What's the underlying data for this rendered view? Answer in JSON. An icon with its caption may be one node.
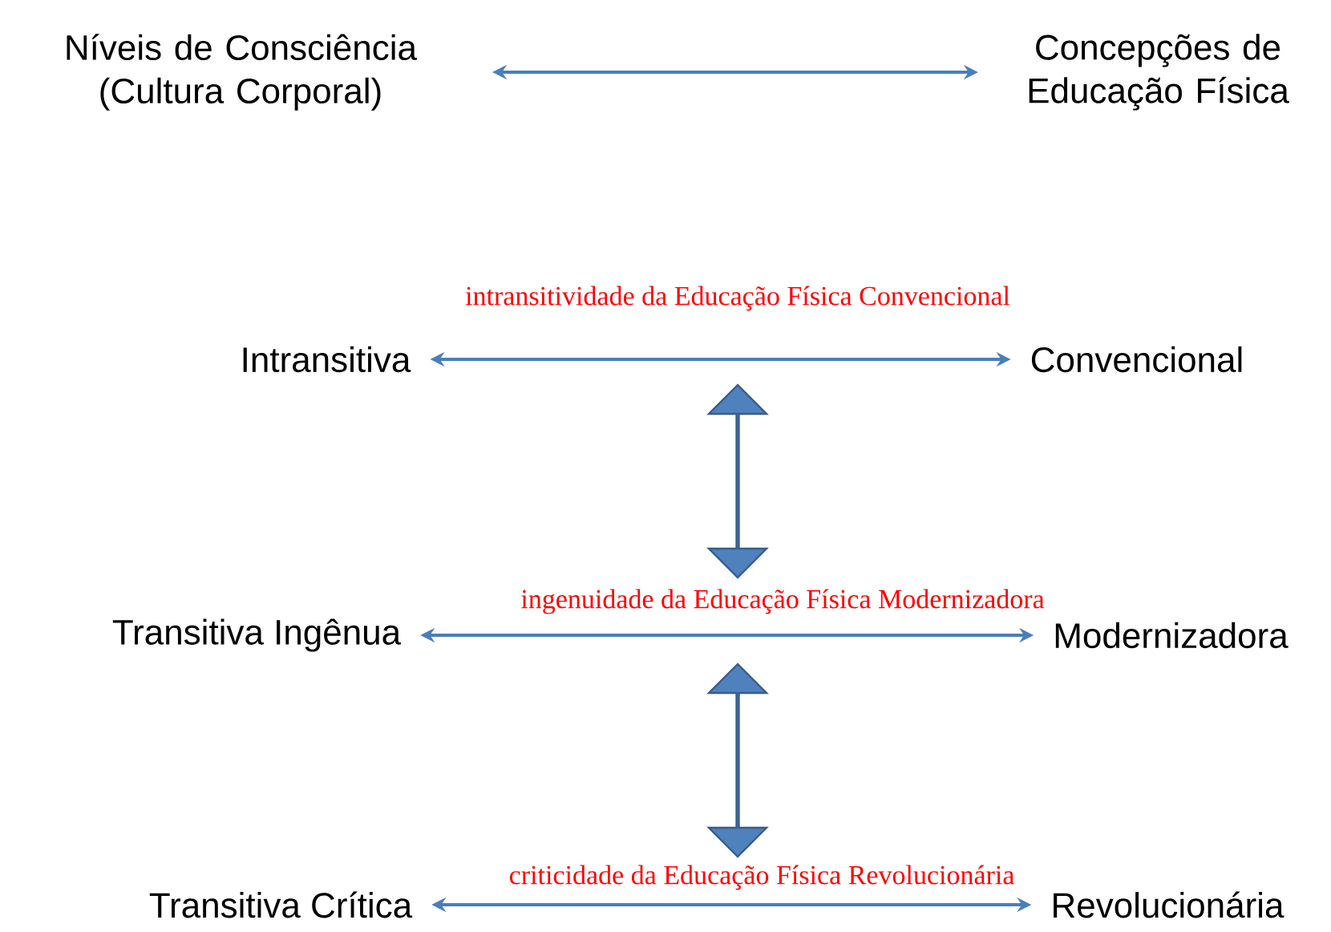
{
  "diagram": {
    "nodes": [
      {
        "text": [
          "Níveis de Consciência (Cultura Corporal)"
        ]
      },
      {
        "text": [
          "Concepções de Educação Física"
        ]
      },
      {
        "text": [
          "Intransitiva"
        ]
      },
      {
        "text": [
          "Convencional"
        ]
      },
      {
        "text": [
          "Transitiva Ingênua"
        ]
      },
      {
        "text": [
          "Modernizadora"
        ]
      },
      {
        "text": [
          "Transitiva Crítica"
        ]
      },
      {
        "text": [
          "Revolucionária"
        ]
      }
    ],
    "edges": [
      {
        "from": 0,
        "to": 1,
        "arrow": "both"
      },
      {
        "from": 2,
        "to": 3,
        "arrow": "both",
        "label": "intransitividade da Educação Física Convencional"
      },
      {
        "from": 4,
        "to": 5,
        "arrow": "both",
        "label": "ingenuidade da Educação Física Modernizadora"
      },
      {
        "from": 6,
        "to": 7,
        "arrow": "both",
        "label": "criticidade da Educação Física Revolucionária"
      }
    ]
  }
}
